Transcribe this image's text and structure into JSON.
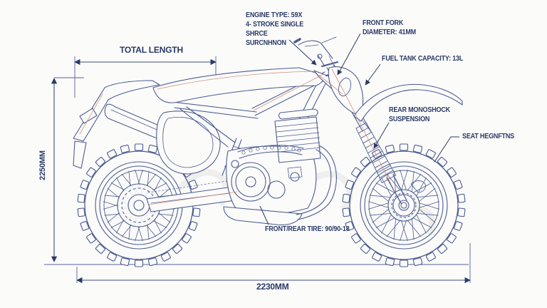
{
  "diagram": {
    "type": "motorcycle-blueprint",
    "dimensions": {
      "total_length": "TOTAL LENGTH",
      "height_mm": "2250MM",
      "length_mm": "2230MM"
    },
    "callouts": {
      "engine": {
        "lines": [
          "ENGINE TYPE: 59X",
          "4- STROKE SINGLE",
          "SHRCE",
          "SURCNHNON"
        ]
      },
      "front_fork": {
        "lines": [
          "FRONT FORK",
          "DIAMETER: 41MM"
        ]
      },
      "fuel_tank": "FUEL TANK CAPACITY: 13L",
      "rear_suspension": {
        "lines": [
          "REAR MONOSHOCK",
          "SUSPENSION"
        ]
      },
      "seat": "SEAT HEGNFTNS",
      "tires": "FRONT/REAR TIRE: 90/90-18"
    },
    "colors": {
      "line": "#4d5d92",
      "label": "#2b3a66",
      "accent": "#c8826f",
      "background": "#fbfbfa"
    }
  }
}
